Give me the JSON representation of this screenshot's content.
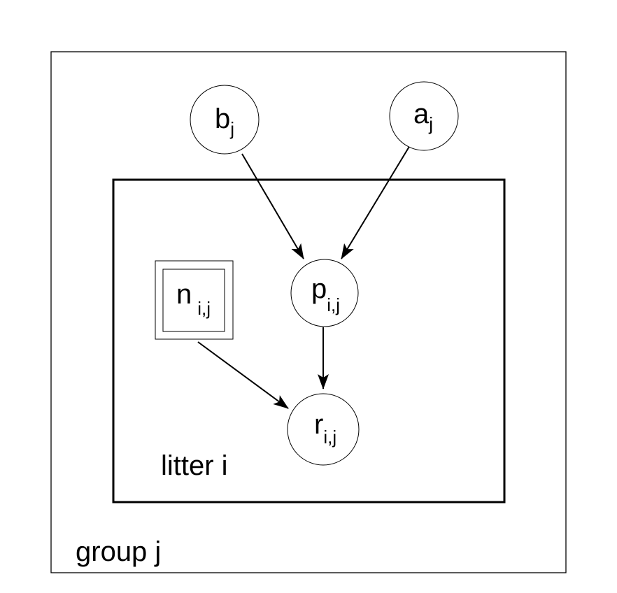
{
  "plates": {
    "outer": {
      "label": "group j"
    },
    "inner": {
      "label": "litter i"
    }
  },
  "nodes": {
    "b": {
      "symbol": "b",
      "subscript": "j"
    },
    "a": {
      "symbol": "a",
      "subscript": "j"
    },
    "p": {
      "symbol": "p",
      "subscript": "i,j"
    },
    "n": {
      "symbol": "n",
      "subscript": "i,j"
    },
    "r": {
      "symbol": "r",
      "subscript": "i,j"
    }
  }
}
